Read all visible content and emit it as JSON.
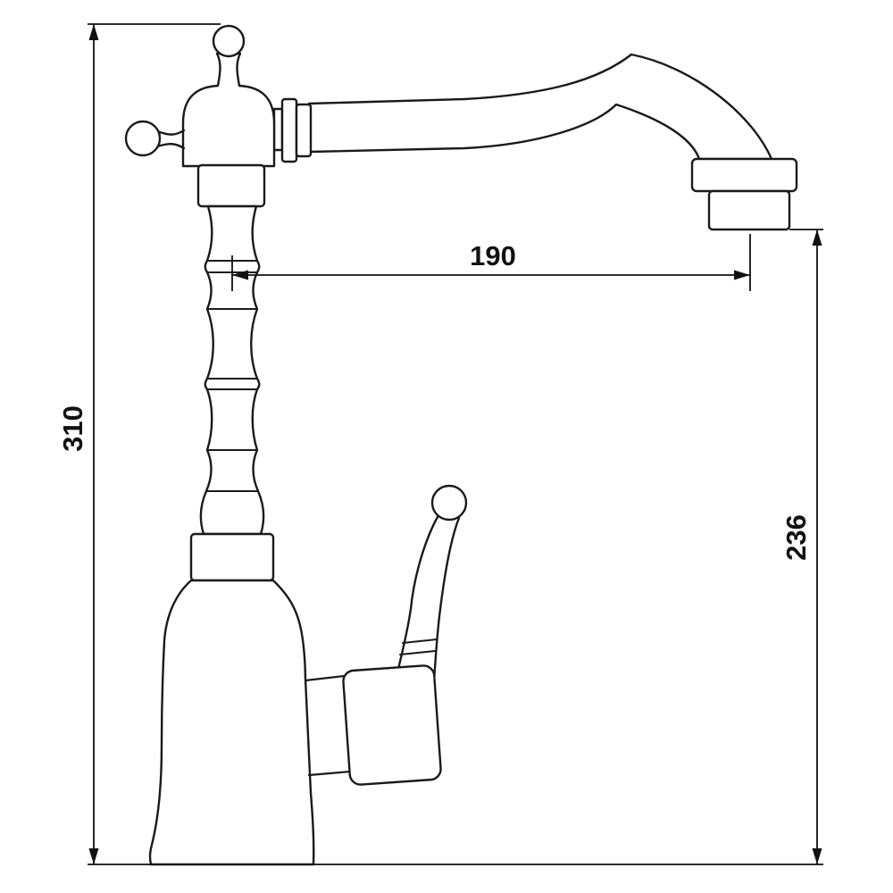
{
  "drawing": {
    "subject": "kitchen-faucet-side-view-technical-drawing",
    "background_color": "#ffffff",
    "line_color": "#1a1a1a",
    "dimensions": {
      "spout_reach": {
        "value": "190",
        "orientation": "horizontal"
      },
      "total_height": {
        "value": "310",
        "orientation": "vertical"
      },
      "outlet_height": {
        "value": "236",
        "orientation": "vertical"
      }
    }
  }
}
